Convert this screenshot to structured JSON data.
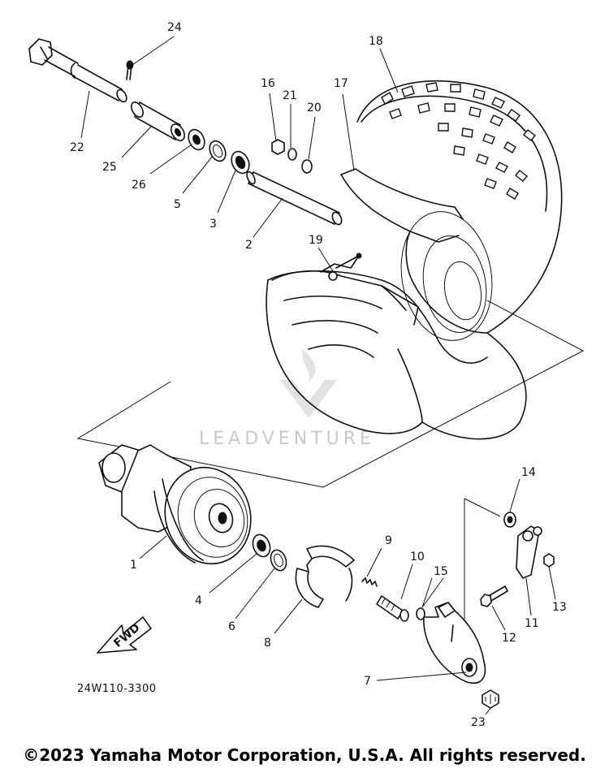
{
  "diagram": {
    "part_labels": [
      {
        "id": "24",
        "text": "24"
      },
      {
        "id": "22",
        "text": "22"
      },
      {
        "id": "25",
        "text": "25"
      },
      {
        "id": "26",
        "text": "26"
      },
      {
        "id": "5",
        "text": "5"
      },
      {
        "id": "3",
        "text": "3"
      },
      {
        "id": "2",
        "text": "2"
      },
      {
        "id": "16",
        "text": "16"
      },
      {
        "id": "21",
        "text": "21"
      },
      {
        "id": "20",
        "text": "20"
      },
      {
        "id": "17",
        "text": "17"
      },
      {
        "id": "18",
        "text": "18"
      },
      {
        "id": "19",
        "text": "19"
      },
      {
        "id": "1",
        "text": "1"
      },
      {
        "id": "4",
        "text": "4"
      },
      {
        "id": "6",
        "text": "6"
      },
      {
        "id": "8",
        "text": "8"
      },
      {
        "id": "9",
        "text": "9"
      },
      {
        "id": "10",
        "text": "10"
      },
      {
        "id": "15",
        "text": "15"
      },
      {
        "id": "14",
        "text": "14"
      },
      {
        "id": "12",
        "text": "12"
      },
      {
        "id": "11",
        "text": "11"
      },
      {
        "id": "13",
        "text": "13"
      },
      {
        "id": "7",
        "text": "7"
      },
      {
        "id": "23",
        "text": "23"
      }
    ],
    "drawing_code": "24W110-3300",
    "fwd_label": "FWD",
    "watermark": "LEADVENTURE"
  },
  "footer": {
    "copyright": "©2023 Yamaha Motor Corporation, U.S.A. All rights reserved."
  }
}
